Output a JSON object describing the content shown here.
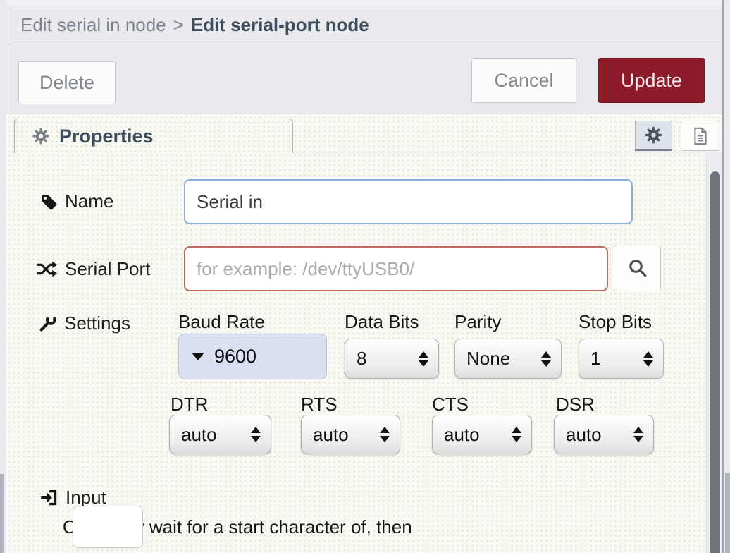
{
  "dialog": {
    "breadcrumb": {
      "parent": "Edit serial in node",
      "separator": ">",
      "current": "Edit serial-port node"
    }
  },
  "toolbar": {
    "delete": "Delete",
    "cancel": "Cancel",
    "update": "Update"
  },
  "tabs": {
    "properties": "Properties"
  },
  "form": {
    "name": {
      "label": "Name",
      "value": "Serial in"
    },
    "serial_port": {
      "label": "Serial Port",
      "value": "",
      "placeholder": "for example: /dev/ttyUSB0/"
    },
    "settings": {
      "label": "Settings",
      "baud": {
        "label": "Baud Rate",
        "value": "9600"
      },
      "row1": [
        {
          "label": "Data Bits",
          "value": "8"
        },
        {
          "label": "Parity",
          "value": "None"
        },
        {
          "label": "Stop Bits",
          "value": "1"
        }
      ],
      "row2": [
        {
          "label": "DTR",
          "value": "auto"
        },
        {
          "label": "RTS",
          "value": "auto"
        },
        {
          "label": "CTS",
          "value": "auto"
        },
        {
          "label": "DSR",
          "value": "auto"
        }
      ]
    },
    "input_section": {
      "label": "Input",
      "wait_text_before": "Optionally wait for a start character of",
      "start_character": "",
      "wait_text_after": ", then"
    }
  },
  "icons": {
    "properties_tab": "cog-icon",
    "tab_toolbar": [
      "cog-icon",
      "file-icon"
    ],
    "name_field": "tag-icon",
    "serial_port_field": "shuffle-icon",
    "serial_port_search": "search-icon",
    "settings_field": "wrench-icon",
    "input_section": "sign-in-icon",
    "baud_dropdown": "caret-down-icon",
    "selects": "up-down-arrows-icon"
  },
  "colors": {
    "update_button": "#8d1b29",
    "name_input_border": "#8aafdd",
    "serial_input_border": "#c3685d",
    "baud_select_bg": "#dadff2",
    "header_bg": "#e9e9ee",
    "content_bg": "#f9f9f4"
  }
}
